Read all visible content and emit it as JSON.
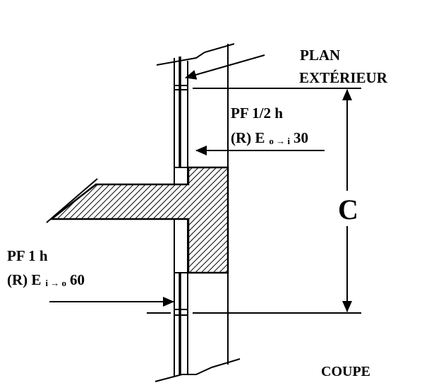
{
  "labels": {
    "plan_line1": "PLAN",
    "plan_line2": "EXTÉRIEUR",
    "upper_rating_title": "PF 1/2 h",
    "upper_rating_prefix": "(R) E",
    "upper_rating_sub": "o → i",
    "upper_rating_value": "30",
    "lower_rating_title": "PF 1 h",
    "lower_rating_prefix": "(R) E",
    "lower_rating_sub": "i → o",
    "lower_rating_value": "60",
    "dimension": "C",
    "view_title": "COUPE"
  }
}
